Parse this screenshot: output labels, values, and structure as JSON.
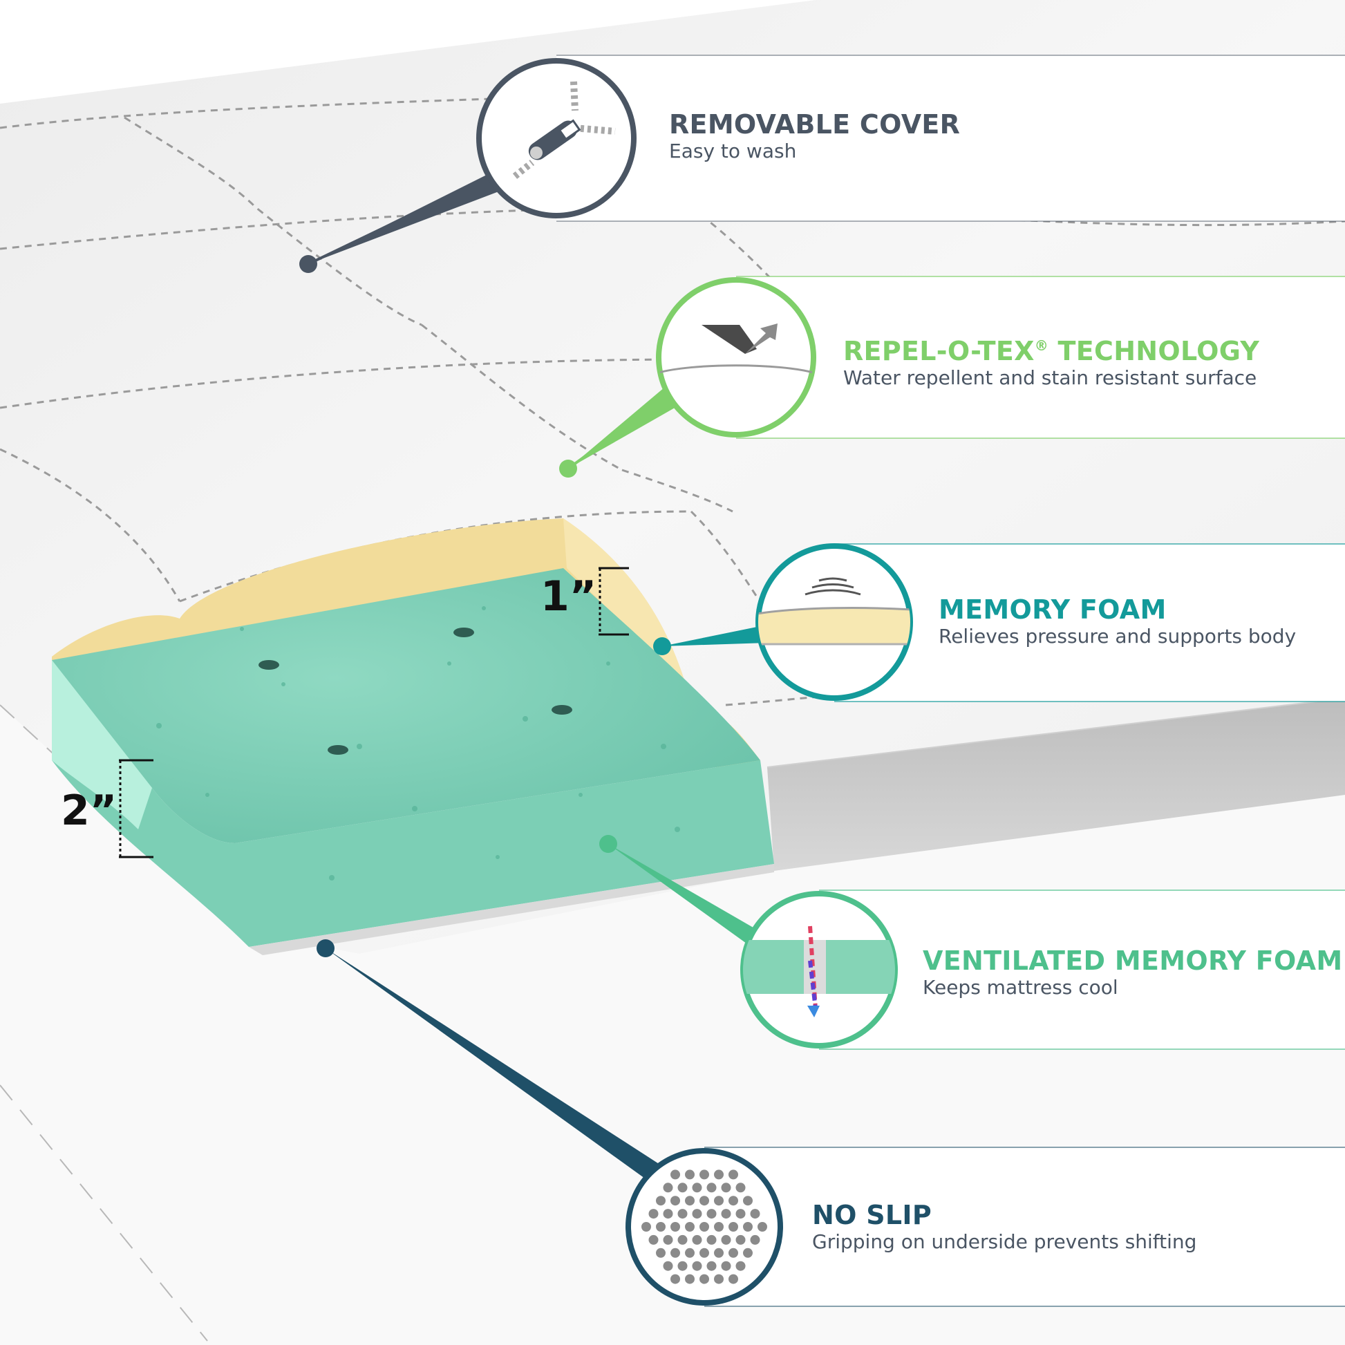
{
  "features": [
    {
      "id": "removable-cover",
      "title": "REMOVABLE COVER",
      "desc": "Easy to wash",
      "color": "#4a5563",
      "icon": "zipper-icon"
    },
    {
      "id": "repel-o-tex",
      "title": "REPEL-O-TEX",
      "title_mark": "®",
      "title_suffix": " TECHNOLOGY",
      "desc": "Water repellent and stain resistant surface",
      "color": "#7fcf6a",
      "icon": "water-repel-icon"
    },
    {
      "id": "memory-foam",
      "title": "MEMORY FOAM",
      "desc": "Relieves pressure and supports body",
      "color": "#139a9a",
      "icon": "memory-foam-icon"
    },
    {
      "id": "ventilated-memory-foam",
      "title": "VENTILATED MEMORY FOAM",
      "desc": "Keeps mattress cool",
      "color": "#4ec08c",
      "icon": "ventilation-icon"
    },
    {
      "id": "no-slip",
      "title": "NO SLIP",
      "desc": "Gripping on underside prevents shifting",
      "color": "#1f5068",
      "icon": "grip-dots-icon"
    }
  ],
  "dimensions": {
    "top_layer": "1”",
    "bottom_layer": "2”"
  },
  "colors": {
    "memory_foam": "#f2dc9a",
    "gel_foam": "#7fd1b9",
    "cover": "#f3f3f3",
    "stitch": "#9a9a9a"
  }
}
